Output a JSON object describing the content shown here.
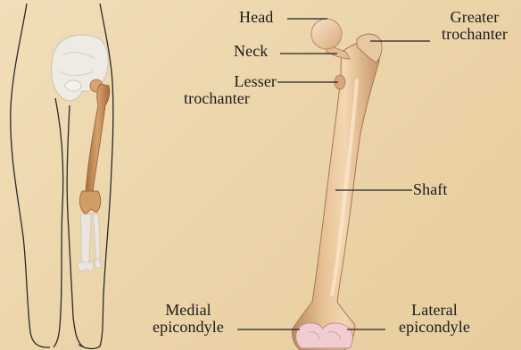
{
  "diagram": {
    "labels": {
      "head": "Head",
      "neck": "Neck",
      "lesser_trochanter_1": "Lesser",
      "lesser_trochanter_2": "trochanter",
      "greater_trochanter_1": "Greater",
      "greater_trochanter_2": "trochanter",
      "shaft": "Shaft",
      "medial_epicondyle_1": "Medial",
      "medial_epicondyle_2": "epicondyle",
      "lateral_epicondyle_1": "Lateral",
      "lateral_epicondyle_2": "epicondyle"
    },
    "colors": {
      "background": "#ecd5aa",
      "bone": "#e2b887",
      "bone_shadow": "#b7845a",
      "leader_line": "#222222",
      "body_outline": "#2a2a2a"
    }
  }
}
